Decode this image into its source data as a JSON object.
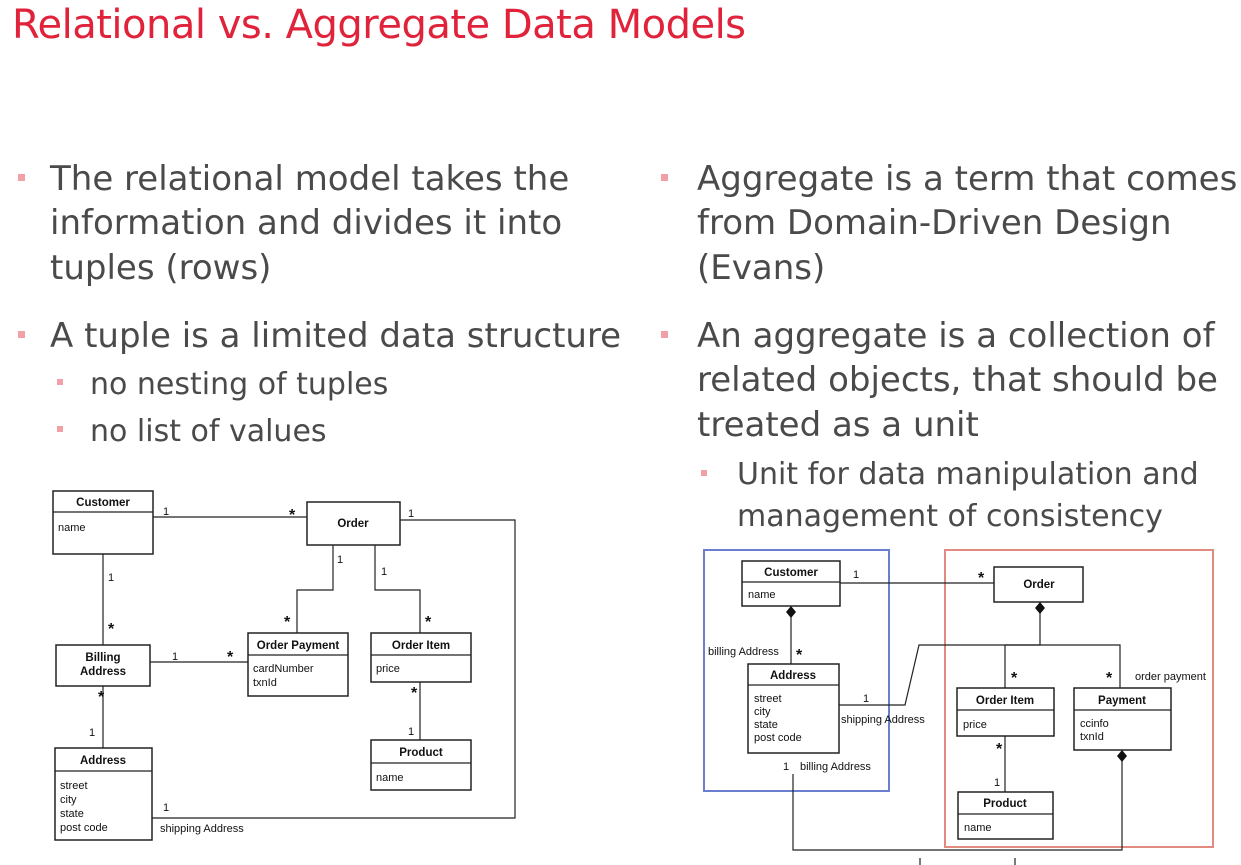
{
  "slide": {
    "title": "Relational vs. Aggregate Data Models"
  },
  "left": {
    "bullets": [
      {
        "lines": [
          "The relational model takes the",
          "information and divides it into",
          "tuples (rows)"
        ]
      },
      {
        "lines": [
          "A tuple is a limited data structure"
        ]
      }
    ],
    "sub_bullets": [
      "no nesting of tuples",
      "no list of values"
    ]
  },
  "right": {
    "bullets": [
      {
        "lines": [
          "Aggregate is a term that comes",
          "from Domain-Driven Design",
          "(Evans)"
        ]
      },
      {
        "lines": [
          "An aggregate is a collection of",
          "related objects, that should be",
          "treated as a unit"
        ]
      }
    ],
    "sub_bullets": [
      {
        "lines": [
          "Unit for data manipulation and",
          "management of consistency"
        ]
      }
    ]
  },
  "diagram_left": {
    "customer": {
      "name": "Customer",
      "attrs": [
        "name"
      ]
    },
    "order": {
      "name": "Order"
    },
    "billing_address": {
      "name_lines": [
        "Billing",
        "Address"
      ]
    },
    "order_payment": {
      "name": "Order Payment",
      "attrs": [
        "cardNumber",
        "txnId"
      ]
    },
    "order_item": {
      "name": "Order Item",
      "attrs": [
        "price"
      ]
    },
    "address": {
      "name": "Address",
      "attrs": [
        "street",
        "city",
        "state",
        "post code"
      ]
    },
    "product": {
      "name": "Product",
      "attrs": [
        "name"
      ]
    },
    "labels": {
      "shipping": "shipping Address"
    },
    "mult": {
      "one": "1",
      "many": "*"
    }
  },
  "diagram_right": {
    "customer": {
      "name": "Customer",
      "attrs": [
        "name"
      ]
    },
    "order": {
      "name": "Order"
    },
    "address": {
      "name": "Address",
      "attrs": [
        "street",
        "city",
        "state",
        "post code"
      ]
    },
    "order_item": {
      "name": "Order Item",
      "attrs": [
        "price"
      ]
    },
    "payment": {
      "name": "Payment",
      "attrs": [
        "ccinfo",
        "txnId"
      ]
    },
    "product": {
      "name": "Product",
      "attrs": [
        "name"
      ]
    },
    "labels": {
      "billing1": "billing Address",
      "billing2": "billing Address",
      "shipping": "shipping Address",
      "order_payment": "order payment"
    },
    "mult": {
      "one": "1",
      "many": "*"
    },
    "colors": {
      "customer_aggregate": "#6a7fd0",
      "order_aggregate": "#e08a80"
    }
  }
}
